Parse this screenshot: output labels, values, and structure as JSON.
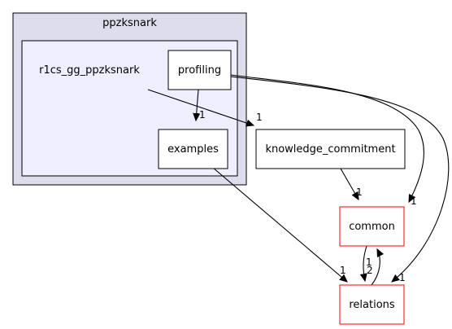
{
  "outer_cluster": {
    "label": "ppzksnark"
  },
  "inner_cluster": {
    "label": "r1cs_gg_ppzksnark"
  },
  "nodes": {
    "profiling": "profiling",
    "examples": "examples",
    "knowledge_commitment": "knowledge_commitment",
    "common": "common",
    "relations": "relations"
  },
  "edge_labels": {
    "profiling_examples": "1",
    "inner_knowledge": "1",
    "knowledge_common": "1",
    "profiling_common": "1",
    "examples_relations": "1",
    "profiling_relations": "1",
    "common_relations": "1",
    "relations_common": "2"
  },
  "colors": {
    "outer_cluster_fill": "#ddddee",
    "inner_cluster_fill": "#eeeeff",
    "cluster_border": "#000000",
    "node_border_default": "#000000",
    "node_border_external": "#ff0000"
  }
}
